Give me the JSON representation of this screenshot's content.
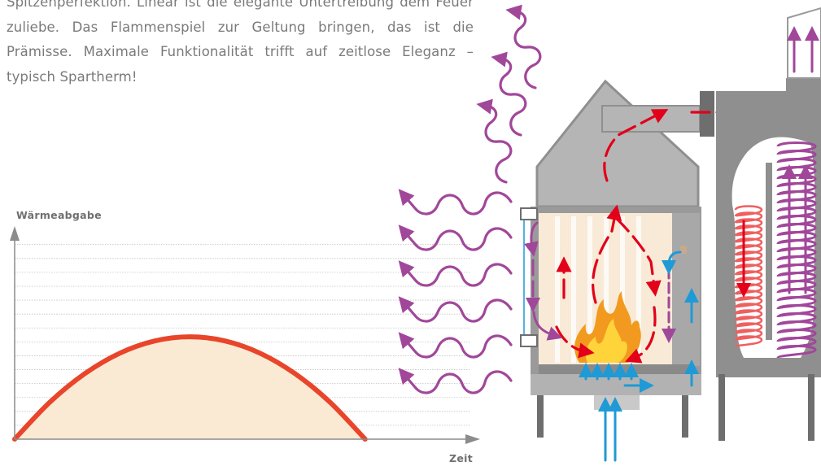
{
  "intro_text": "Spitzenperfektion. Linear ist die elegante Untertreibung dem Feuer zuliebe. Das Flammenspiel zur Geltung bringen, das ist die Prämisse. Maximale Funktionalität trifft auf zeitlose Eleganz – typisch Spartherm!",
  "chart_data": {
    "type": "area",
    "ylabel": "Wärmeabgabe",
    "xlabel": "Zeit",
    "x": [
      0,
      0.1,
      0.2,
      0.3,
      0.4,
      0.5,
      0.6,
      0.7,
      0.8,
      0.9,
      1.0
    ],
    "y": [
      0,
      0.36,
      0.64,
      0.84,
      0.96,
      1.0,
      0.96,
      0.84,
      0.64,
      0.36,
      0
    ],
    "xlim": [
      0,
      1.3
    ],
    "ylim": [
      0,
      2.05
    ],
    "grid": true,
    "colors": {
      "curve": "#e8452b",
      "fill": "#fbead3",
      "axis": "#8c8c8c",
      "grid": "#c4c4c4"
    }
  },
  "diagram": {
    "colors": {
      "radiant_heat": "#a1479a",
      "hot_air": "#e2001a",
      "cold_air": "#1f9ad6",
      "steel": "#8f8f8f",
      "steel_dark": "#6e6e6e",
      "hood": "#b5b5b5",
      "firebox_lining": "#f8ead6",
      "flame_outer": "#f29a1f",
      "flame_inner": "#ffd43b"
    },
    "icons": [
      "radiant-heat-wave-icon",
      "hot-air-arrow-icon",
      "cold-air-arrow-icon",
      "flame-icon"
    ]
  }
}
